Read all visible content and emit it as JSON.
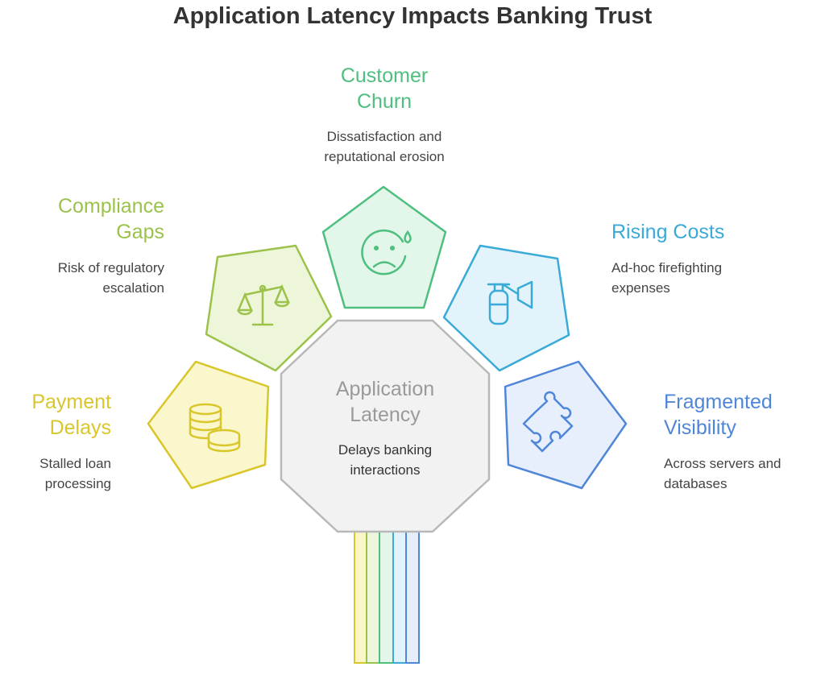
{
  "title": "Application Latency Impacts Banking Trust",
  "center": {
    "title_lines": [
      "Application",
      "Latency"
    ],
    "desc_lines": [
      "Delays banking",
      "interactions"
    ]
  },
  "items": [
    {
      "key": "payment",
      "title_lines": [
        "Payment",
        "Delays"
      ],
      "desc_lines": [
        "Stalled loan",
        "processing"
      ],
      "color": "#d9c62a",
      "icon": "coins-icon"
    },
    {
      "key": "compliance",
      "title_lines": [
        "Compliance",
        "Gaps"
      ],
      "desc_lines": [
        "Risk of regulatory",
        "escalation"
      ],
      "color": "#9bc24a",
      "icon": "scales-icon"
    },
    {
      "key": "churn",
      "title_lines": [
        "Customer",
        "Churn"
      ],
      "desc_lines": [
        "Dissatisfaction and",
        "reputational erosion"
      ],
      "color": "#4fbf7f",
      "icon": "sad-face-icon"
    },
    {
      "key": "costs",
      "title_lines": [
        "Rising Costs"
      ],
      "desc_lines": [
        "Ad-hoc firefighting",
        "expenses"
      ],
      "color": "#3aaad6",
      "icon": "fire-extinguisher-icon"
    },
    {
      "key": "visibility",
      "title_lines": [
        "Fragmented",
        "Visibility"
      ],
      "desc_lines": [
        "Across servers and",
        "databases"
      ],
      "color": "#4f86d8",
      "icon": "puzzle-icon"
    }
  ]
}
